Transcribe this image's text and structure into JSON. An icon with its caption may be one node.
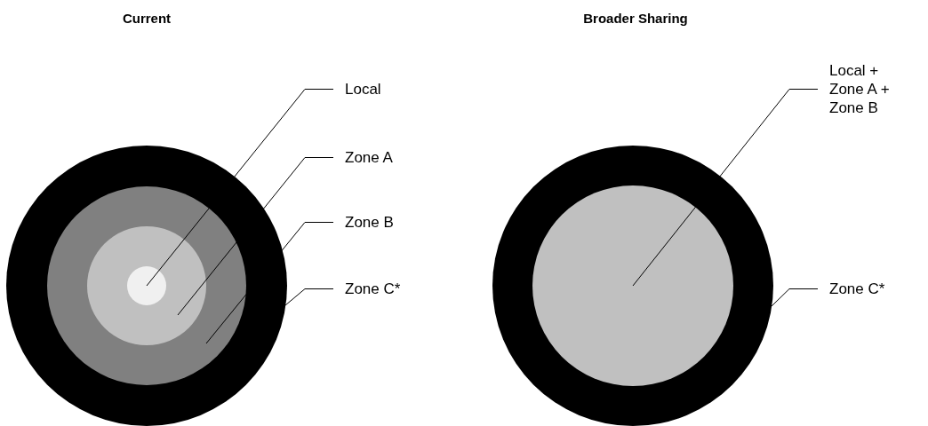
{
  "diagram": {
    "nodes": [
      {
        "text": [],
        "shape": "circle"
      },
      {
        "text": [],
        "shape": "circle",
        "in": 0
      },
      {
        "text": [],
        "shape": "circle",
        "in": 1
      },
      {
        "text": [],
        "shape": "circle",
        "in": 2
      },
      {
        "text": [
          "Local"
        ]
      },
      {
        "text": [
          "Zone A"
        ]
      },
      {
        "text": [
          "Zone B"
        ]
      },
      {
        "text": [
          "Zone C*"
        ]
      },
      {
        "text": [],
        "shape": "circle"
      },
      {
        "text": [],
        "shape": "circle",
        "in": 8
      },
      {
        "text": [
          "Local + Zone A + Zone B"
        ]
      },
      {
        "text": [
          "Zone C*"
        ]
      }
    ],
    "edges": [
      {
        "from": 4,
        "to": 3,
        "arrow": "none"
      },
      {
        "from": 5,
        "to": 1,
        "arrow": "none"
      },
      {
        "from": 6,
        "to": 2,
        "arrow": "none"
      },
      {
        "from": 7,
        "to": 0,
        "arrow": "none"
      },
      {
        "from": 10,
        "to": 9,
        "arrow": "none"
      },
      {
        "from": 11,
        "to": 8,
        "arrow": "none"
      }
    ],
    "labels": [
      "Current",
      "Broader Sharing"
    ]
  }
}
